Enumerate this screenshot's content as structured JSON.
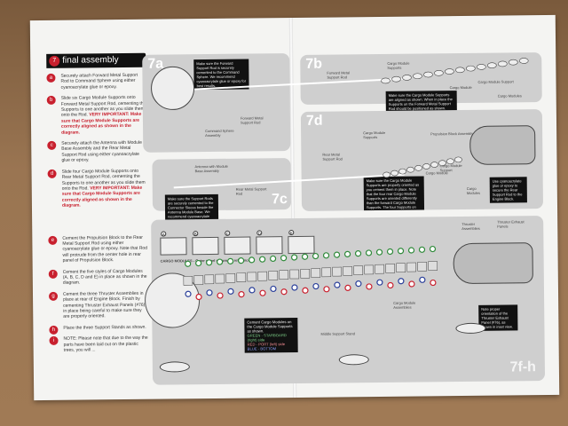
{
  "section": {
    "number": "7",
    "title": "final assembly"
  },
  "steps": [
    {
      "letter": "a",
      "text": "Securely attach Forward Metal Support Rod to Command Sphere using either cyanoacrylate glue or epoxy."
    },
    {
      "letter": "b",
      "text": "Slide six Cargo Module Supports onto Forward Metal Support Rod, cementing the Supports to one another as you slide them onto the Rod.",
      "warning": "VERY IMPORTANT: Make sure that Cargo Module Supports are correctly aligned as shown in the diagram."
    },
    {
      "letter": "c",
      "text": "Securely attach the Antenna with Module Base Assembly and the Rear Metal Support Rod using either cyanoacrylate glue or epoxy."
    },
    {
      "letter": "d",
      "text": "Slide four Cargo Module Supports onto Rear Metal Support Rod, cementing the Supports to one another as you slide them onto the Rod.",
      "warning": "VERY IMPORTANT: Make sure that Cargo Module Supports are correctly aligned as shown in the diagram."
    },
    {
      "letter": "e",
      "text": "Cement the Propulsion Block to the Rear Metal Support Rod using either cyanoacrylate glue or epoxy. Note that Rod will protrude from the center hole in rear panel of Propulsion Block."
    },
    {
      "letter": "f",
      "text": "Cement the five styles of Cargo Modules (A, B, C, D and E) in place as shown in the diagram."
    },
    {
      "letter": "g",
      "text": "Cement the three Thruster Assemblies in place at rear of Engine Block. Finish by cementing Thruster Exhaust Panels (#76) in place being careful to make sure they are properly oriented."
    },
    {
      "letter": "h",
      "text": "Place the three Support Stands as shown."
    },
    {
      "letter": "i",
      "text": "NOTE: Please note that due to the way the parts have been laid out on the plastic trees, you will ..."
    }
  ],
  "panels": {
    "p7a": {
      "label": "7a",
      "callout": "Make sure the Forward Support Rod is securely cemented to the Command Sphere. We recommend cyanoacrylate glue or epoxy for best results.",
      "labels": [
        "Forward Metal Support Rod",
        "Command Sphere Assembly"
      ]
    },
    "p7b": {
      "label": "7b",
      "callout": "Make sure the Cargo Module Supports are aligned as shown. When in place the Supports on the Forward Metal Support Rod should be positioned as shown. NOTE THE ANGLE OF THE MAIN TAB. Orientation is critical so that the Cargo Modules can be properly placed.",
      "labels": [
        "Forward Metal Support Rod",
        "Cargo Module Supports",
        "Cargo Module",
        "Cargo Module Support",
        "Cargo Modules"
      ]
    },
    "p7c": {
      "label": "7c",
      "callout": "Make sure the Support Rods are securely cemented to the Connector Sleeve beside the Antenna Module Base. We recommend cyanoacrylate glue or epoxy for best results.",
      "labels": [
        "Antenna with Module Base Assembly",
        "Rear Metal Support Rod"
      ]
    },
    "p7d": {
      "label": "7d",
      "callout": "Make sure the Cargo Module Supports are properly oriented as you cement them in place. Note that the four rear Cargo Module Supports are oriented differently than the forward Cargo Module Supports. The four Supports on the Rear Metal Support Rod should be positioned as shown in this forward view. NOTE THE ANGLE OF THE MAIN TAB. Orientation is critical so that the Cargo Modules can be properly placed.",
      "callout2": "Use cyanoacrylate glue or epoxy to secure the Rear Support Rod to the Engine Block.",
      "labels": [
        "Cargo Module Supports",
        "Propulsion Block Assembly",
        "Rear Metal Support Rod",
        "Cargo Module Support",
        "Cargo Module",
        "Cargo Modules"
      ]
    },
    "p7fh": {
      "label": "7f-h",
      "modules_caption": "CARGO MODULES - Outer panel shown for reference",
      "modules": [
        "A",
        "B",
        "C",
        "D",
        "E"
      ],
      "legend": {
        "intro": "Cement Cargo Modules on the Cargo Module Supports as shown.",
        "green": "GREEN - STARBOARD (right) side",
        "red": "RED - PORT (left) side",
        "blue": "BLUE - BOTTOM"
      },
      "callout": "Note proper orientation of the Thruster Exhaust Panel (#76), as shown in inset view.",
      "labels": [
        "Thruster Assemblies",
        "Thruster Exhaust Panels",
        "Cargo Module Assemblies",
        "Middle Support Stand"
      ]
    }
  },
  "colors": {
    "red": "#c8202e",
    "green": "#2f8a3a",
    "blue": "#2a3f9a",
    "panel": "#cfcfcf"
  }
}
